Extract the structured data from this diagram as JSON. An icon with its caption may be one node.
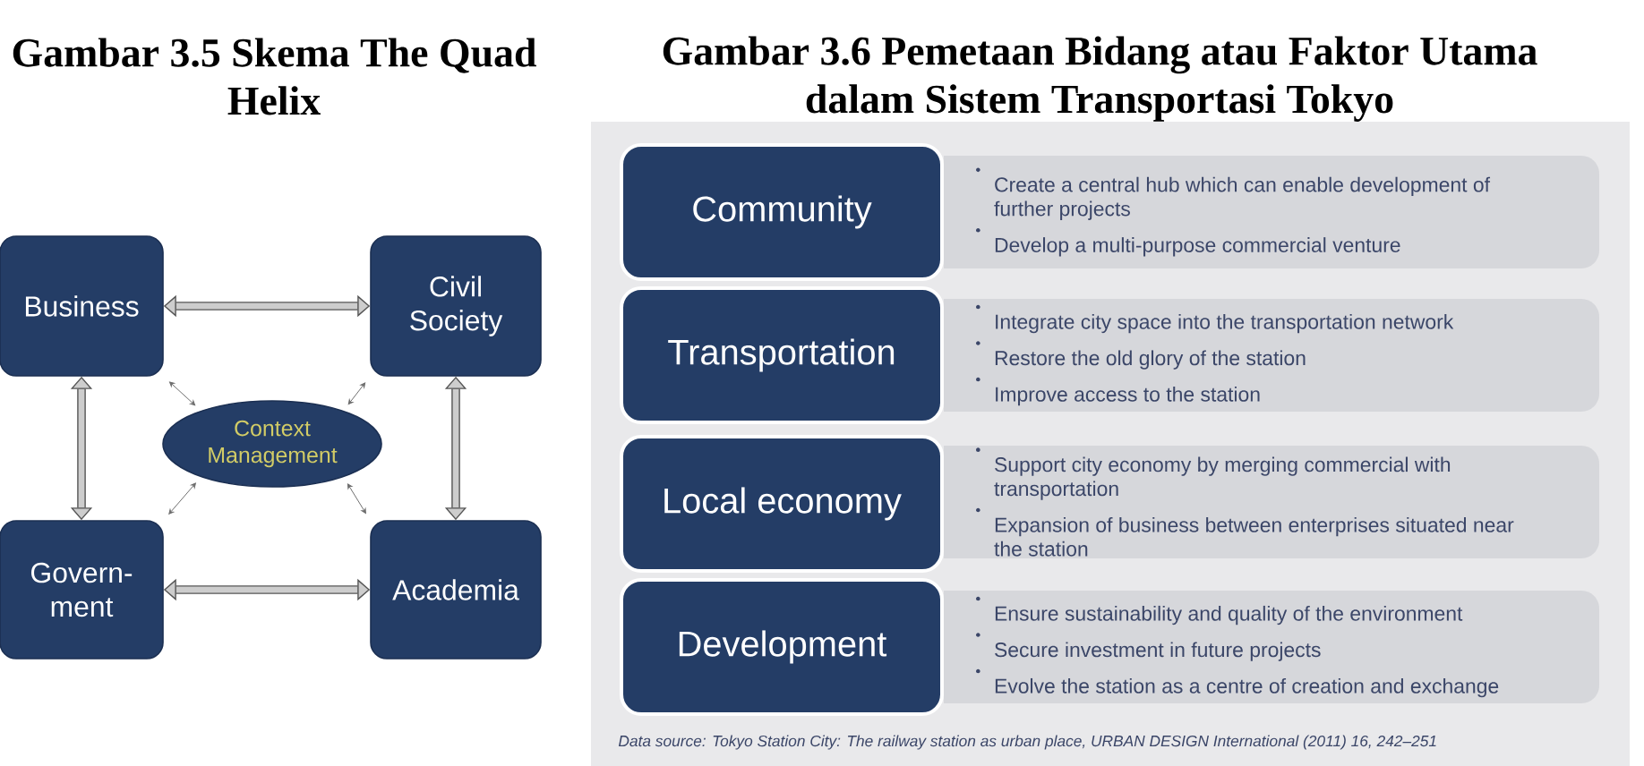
{
  "diagram": {
    "nodes": [
      {
        "text": [
          "Business"
        ]
      },
      {
        "text": [
          "Civil Society"
        ]
      },
      {
        "text": [
          "Context Management"
        ]
      },
      {
        "text": [
          "Govern- ment"
        ]
      },
      {
        "text": [
          "Academia"
        ]
      },
      {
        "text": [
          "Community"
        ]
      },
      {
        "text": [
          "Create a central hub which can enable development of further projects",
          "Develop a multi-purpose commercial venture"
        ]
      },
      {
        "text": [
          "Transportation"
        ]
      },
      {
        "text": [
          "Integrate city space into the transportation network",
          "Restore the old glory of the station",
          "Improve access to the station"
        ]
      },
      {
        "text": [
          "Local economy"
        ]
      },
      {
        "text": [
          "Support city economy by merging commercial with transportation",
          "Expansion of business between enterprises situated near the station"
        ]
      },
      {
        "text": [
          "Development"
        ]
      },
      {
        "text": [
          "Ensure sustainability and quality of the environment",
          "Secure investment in future projects",
          "Evolve the station as a centre of creation and exchange"
        ]
      }
    ],
    "edges": [
      {
        "from": 0,
        "to": 1,
        "arrow": "both",
        "style": "thick"
      },
      {
        "from": 0,
        "to": 3,
        "arrow": "both",
        "style": "thick"
      },
      {
        "from": 1,
        "to": 4,
        "arrow": "both",
        "style": "thick"
      },
      {
        "from": 3,
        "to": 4,
        "arrow": "both",
        "style": "thick"
      },
      {
        "from": 2,
        "to": 0,
        "arrow": "both"
      },
      {
        "from": 2,
        "to": 1,
        "arrow": "both"
      },
      {
        "from": 2,
        "to": 3,
        "arrow": "both"
      },
      {
        "from": 2,
        "to": 4,
        "arrow": "both"
      }
    ],
    "labels": [
      "Gambar 3.5 Skema The Quad Helix",
      "Gambar 3.6 Pemetaan Bidang atau Faktor Utama dalam Sistem Transportasi Tokyo",
      "Data source: Tokyo Station City: The railway station as urban place, URBAN DESIGN International (2011) 16, 242–251"
    ]
  }
}
